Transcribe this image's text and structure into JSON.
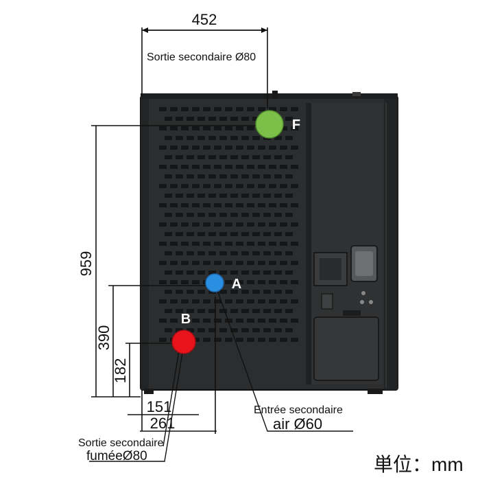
{
  "dimensions": {
    "top_width": "452",
    "height_f": "959",
    "height_a": "390",
    "height_b": "182",
    "offset_b": "151",
    "offset_a": "261"
  },
  "callouts": {
    "f_label": "Sortie secondaire Ø80",
    "a_label_line1": "Entrée secondaire",
    "a_label_line2": "air Ø60",
    "b_label_line1": "Sortie secondaire",
    "b_label_line2": "fuméeØ80"
  },
  "markers": {
    "f": {
      "letter": "F",
      "color": "#7cc04a"
    },
    "a": {
      "letter": "A",
      "color": "#2a8fe0"
    },
    "b": {
      "letter": "B",
      "color": "#e8141c"
    }
  },
  "unit": "単位：mm"
}
